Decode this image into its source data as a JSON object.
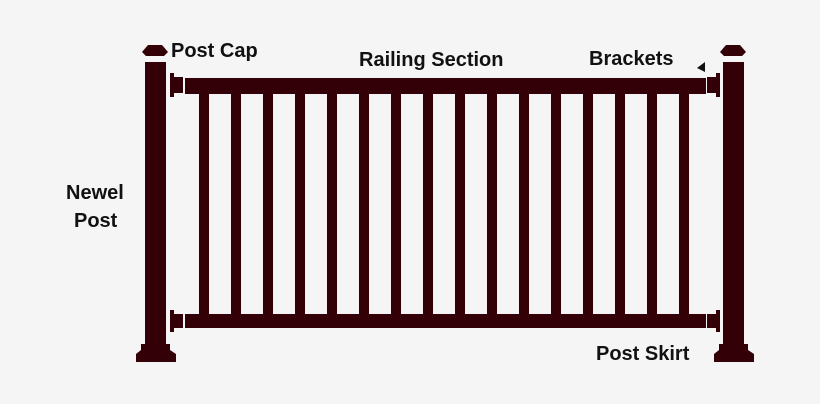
{
  "labels": {
    "post_cap": "Post Cap",
    "railing_section": "Railing Section",
    "brackets": "Brackets",
    "newel_post_line1": "Newel",
    "newel_post_line2": "Post",
    "post_skirt": "Post Skirt"
  },
  "colors": {
    "railing": "#330008",
    "background": "#f5f5f5",
    "text": "#111111"
  },
  "baluster_count": 16
}
